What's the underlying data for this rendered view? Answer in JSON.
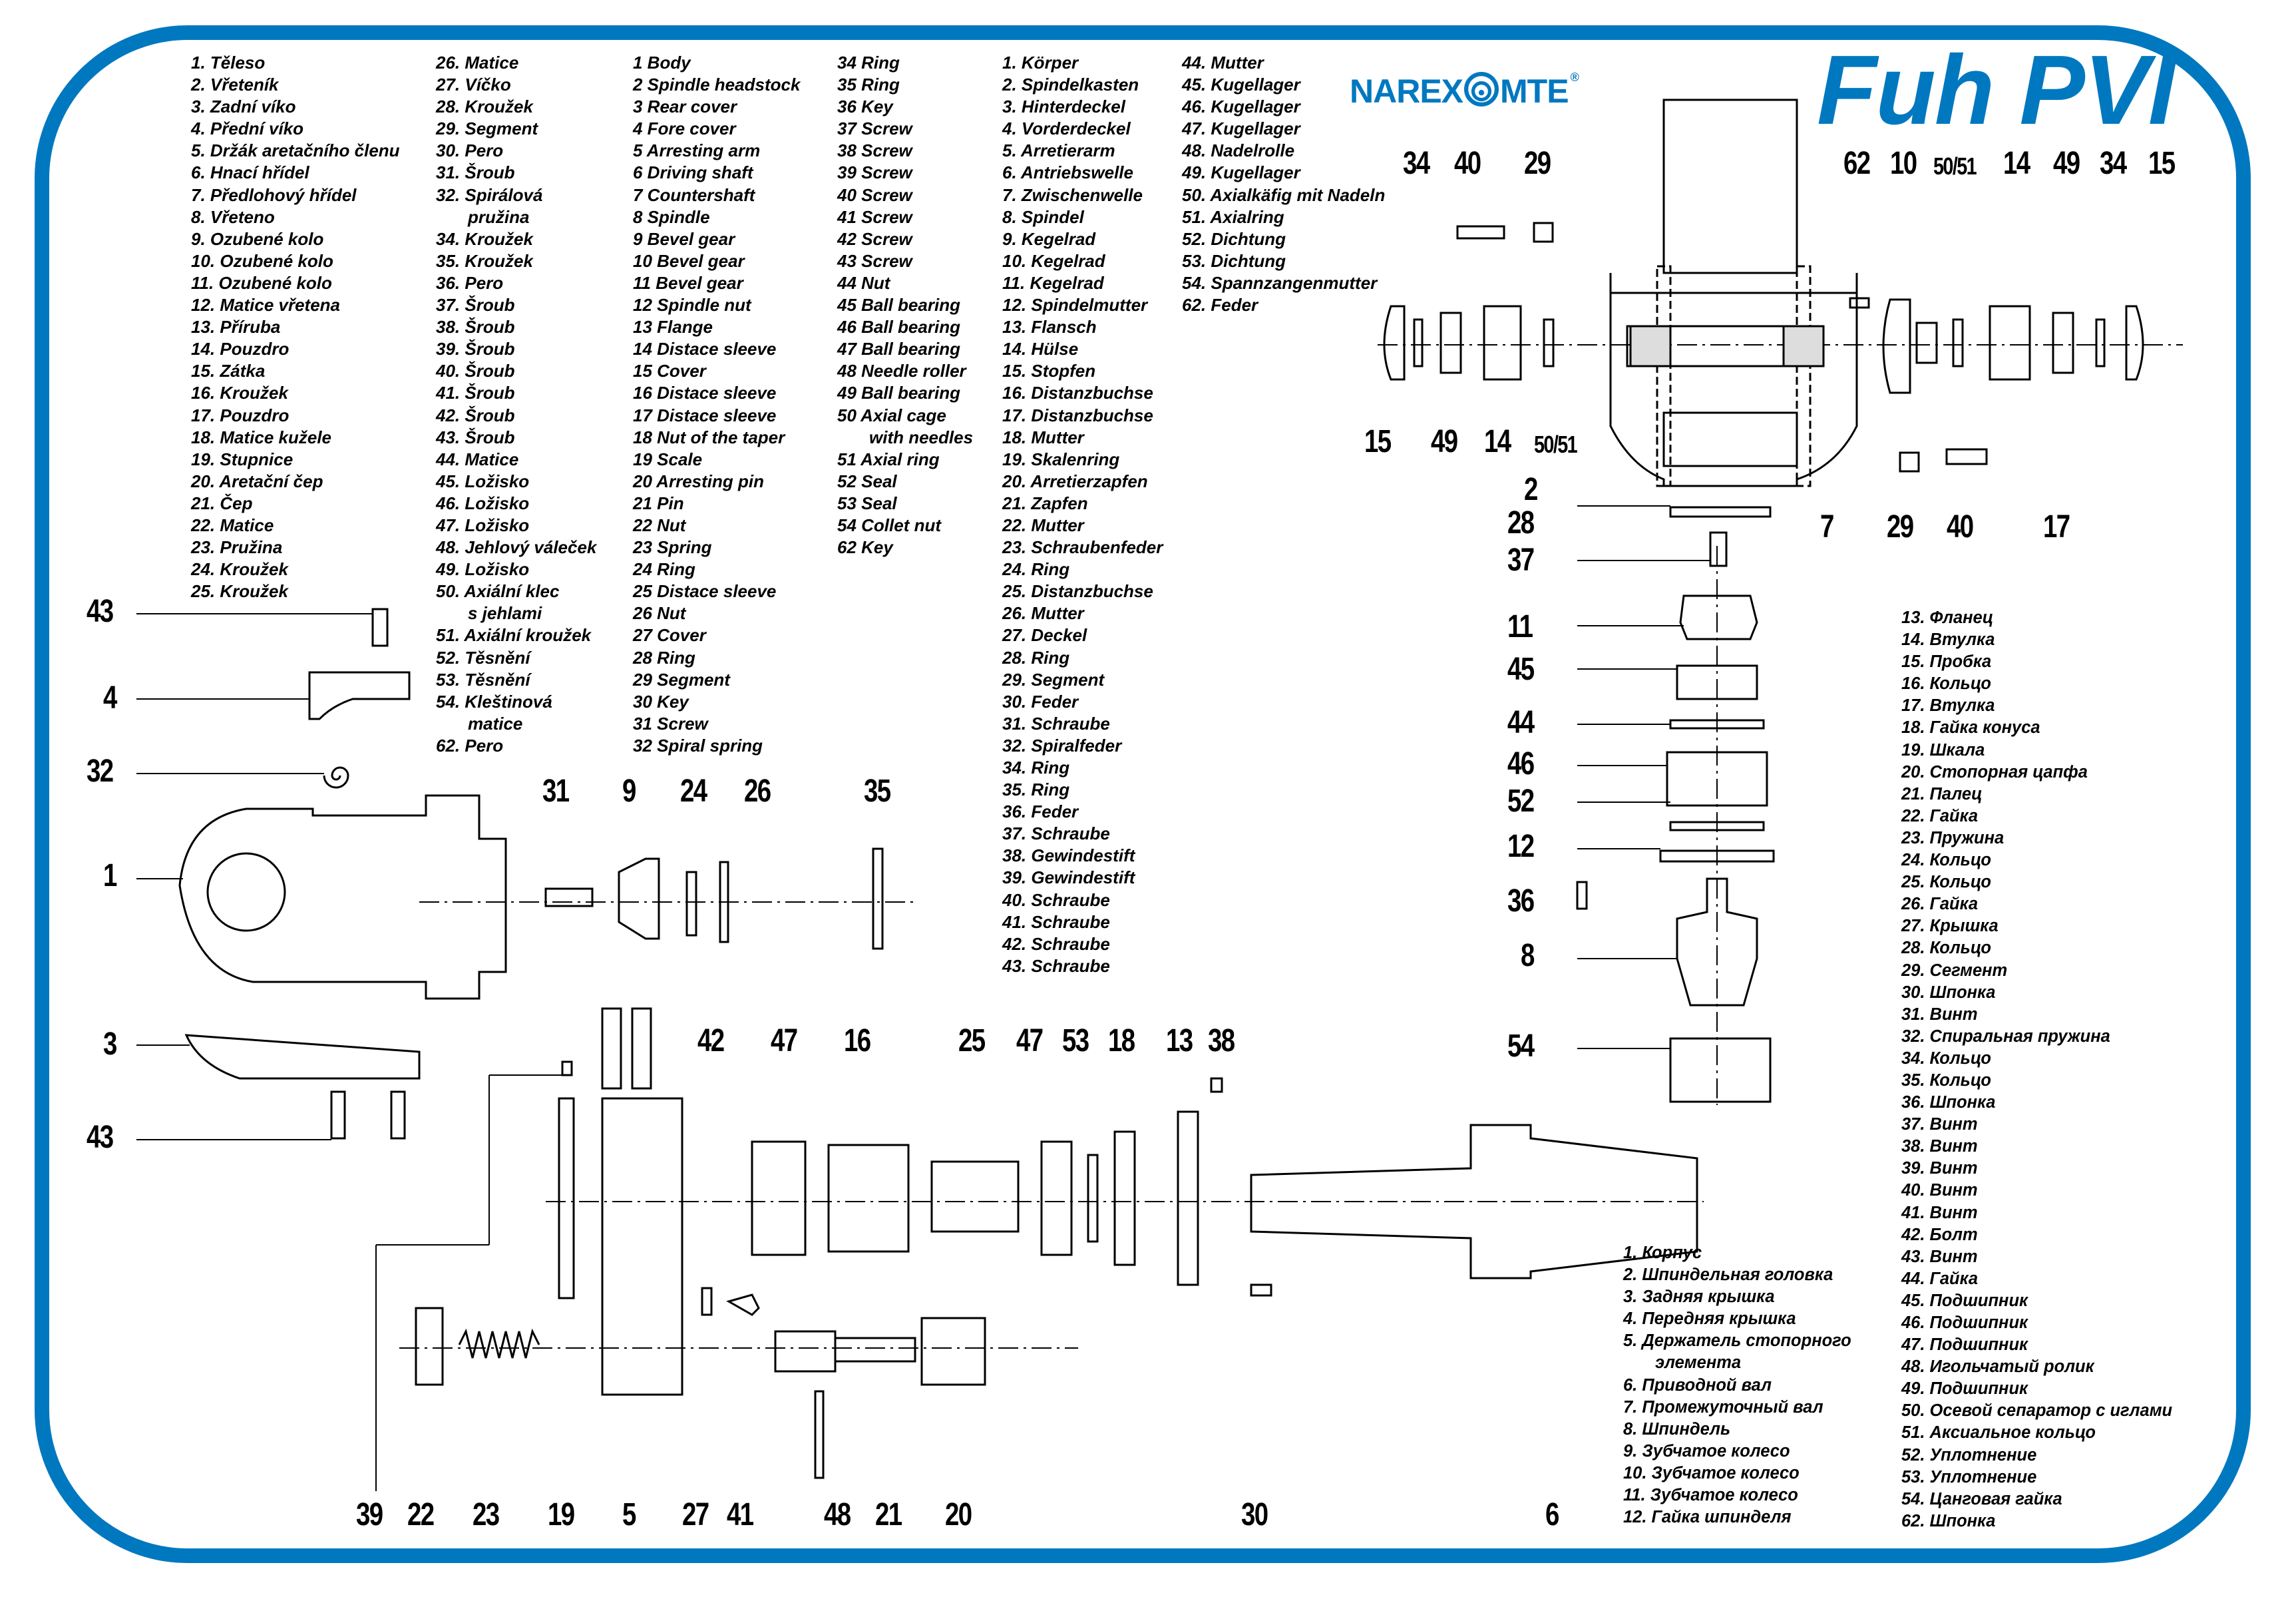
{
  "brand": {
    "logo_left": "NAREX",
    "logo_right": "MTE",
    "registered": "®",
    "title": "Fuh PVI",
    "accent_color": "#0078C0"
  },
  "legend_cz_1": [
    "1. Těleso",
    "2. Vřeteník",
    "3. Zadní víko",
    "4. Přední víko",
    "5. Držák aretačního členu",
    "6. Hnací hřídel",
    "7. Předlohový hřídel",
    "8. Vřeteno",
    "9. Ozubené kolo",
    "10. Ozubené kolo",
    "11. Ozubené kolo",
    "12. Matice vřetena",
    "13. Příruba",
    "14. Pouzdro",
    "15. Zátka",
    "16. Kroužek",
    "17. Pouzdro",
    "18. Matice kužele",
    "19. Stupnice",
    "20. Aretační čep",
    "21. Čep",
    "22. Matice",
    "23. Pružina",
    "24. Kroužek",
    "25. Kroužek"
  ],
  "legend_cz_2": [
    "26. Matice",
    "27. Víčko",
    "28. Kroužek",
    "29. Segment",
    "30. Pero",
    "31. Šroub",
    "32. Spirálová",
    "pružina",
    "34. Kroužek",
    "35. Kroužek",
    "36. Pero",
    "37. Šroub",
    "38. Šroub",
    "39. Šroub",
    "40. Šroub",
    "41. Šroub",
    "42. Šroub",
    "43. Šroub",
    "44. Matice",
    "45. Ložisko",
    "46. Ložisko",
    "47. Ložisko",
    "48. Jehlový váleček",
    "49. Ložisko",
    "50. Axiální klec",
    "s jehlami",
    "51. Axiální kroužek",
    "52. Těsnění",
    "53. Těsnění",
    "54. Kleštinová",
    "matice",
    "62. Pero"
  ],
  "legend_en_1": [
    "1 Body",
    "2 Spindle headstock",
    "3 Rear cover",
    "4 Fore cover",
    "5 Arresting arm",
    "6 Driving shaft",
    "7 Countershaft",
    "8 Spindle",
    "9 Bevel gear",
    "10 Bevel gear",
    "11 Bevel gear",
    "12 Spindle nut",
    "13 Flange",
    "14 Distace sleeve",
    "15 Cover",
    "16 Distace sleeve",
    "17 Distace sleeve",
    "18 Nut of the taper",
    "19 Scale",
    "20 Arresting pin",
    "21 Pin",
    "22 Nut",
    "23 Spring",
    "24 Ring",
    "25 Distace sleeve",
    "26 Nut",
    "27 Cover",
    "28 Ring",
    "29 Segment",
    "30 Key",
    "31 Screw",
    "32 Spiral spring"
  ],
  "legend_en_2": [
    "34 Ring",
    "35 Ring",
    "36 Key",
    "37 Screw",
    "38 Screw",
    "39 Screw",
    "40 Screw",
    "41 Screw",
    "42 Screw",
    "43 Screw",
    "44 Nut",
    "45 Ball bearing",
    "46 Ball bearing",
    "47 Ball bearing",
    "48 Needle roller",
    "49 Ball bearing",
    "50 Axial cage",
    "with needles",
    "51 Axial ring",
    "52 Seal",
    "53 Seal",
    "54 Collet nut",
    "62 Key"
  ],
  "legend_de_1": [
    "1. Körper",
    "2. Spindelkasten",
    "3. Hinterdeckel",
    "4. Vorderdeckel",
    "5. Arretierarm",
    "6. Antriebswelle",
    "7. Zwischenwelle",
    "8. Spindel",
    "9. Kegelrad",
    "10. Kegelrad",
    "11. Kegelrad",
    "12. Spindelmutter",
    "13. Flansch",
    "14. Hülse",
    "15. Stopfen",
    "16. Distanzbuchse",
    "17. Distanzbuchse",
    "18. Mutter",
    "19. Skalenring",
    "20. Arretierzapfen",
    "21. Zapfen",
    "22. Mutter",
    "23. Schraubenfeder",
    "24. Ring",
    "25. Distanzbuchse",
    "26. Mutter",
    "27. Deckel",
    "28. Ring",
    "29. Segment",
    "30. Feder",
    "31. Schraube",
    "32. Spiralfeder",
    "34. Ring",
    "35. Ring",
    "36. Feder",
    "37. Schraube",
    "38. Gewindestift",
    "39. Gewindestift",
    "40. Schraube",
    "41. Schraube",
    "42. Schraube",
    "43. Schraube"
  ],
  "legend_de_2": [
    "44. Mutter",
    "45. Kugellager",
    "46. Kugellager",
    "47. Kugellager",
    "48. Nadelrolle",
    "49. Kugellager",
    "50. Axialkäfig mit Nadeln",
    "51. Axialring",
    "52. Dichtung",
    "53. Dichtung",
    "54. Spannzangenmutter",
    "62. Feder"
  ],
  "legend_ru_1": [
    "1. Корпус",
    "2. Шпиндельная головка",
    "3. Задняя крышка",
    "4. Передняя крышка",
    "5. Держатель стопорного",
    "элемента",
    "6. Приводной вал",
    "7. Промежуточный вал",
    "8. Шпиндель",
    "9. Зубчатое колесо",
    "10. Зубчатое колесо",
    "11. Зубчатое колесо",
    "12. Гайка шпинделя"
  ],
  "legend_ru_2": [
    "13. Фланец",
    "14. Втулка",
    "15. Пробка",
    "16. Кольцо",
    "17. Втулка",
    "18. Гайка конуса",
    "19. Шкала",
    "20. Стопорная цапфа",
    "21. Палец",
    "22. Гайка",
    "23. Пружина",
    "24. Кольцо",
    "25. Кольцо",
    "26. Гайка",
    "27. Крышка",
    "28. Кольцо",
    "29. Сегмент",
    "30. Шпонка",
    "31. Винт",
    "32. Спиральная пружина",
    "34. Кольцо",
    "35. Кольцо",
    "36. Шпонка",
    "37. Винт",
    "38. Винт",
    "39. Винт",
    "40. Винт",
    "41. Винт",
    "42. Болт",
    "43. Винт",
    "44. Гайка",
    "45. Подшипник",
    "46. Подшипник",
    "47. Подшипник",
    "48. Игольчатый ролик",
    "49. Подшипник",
    "50. Осевой сепаратор с иглами",
    "51. Аксиальное кольцо",
    "52. Уплотнение",
    "53. Уплотнение",
    "54. Цанговая гайка",
    "62. Шпонка"
  ],
  "callouts": {
    "top_left_group": [
      "34",
      "40",
      "29"
    ],
    "top_right_group": [
      "62",
      "10",
      "50/51",
      "14",
      "49",
      "34",
      "15"
    ],
    "head_lower_left": [
      "15",
      "49",
      "14",
      "50/51"
    ],
    "head_lower_right": [
      "7",
      "29",
      "40",
      "17"
    ],
    "head_left": [
      "2",
      "28",
      "37"
    ],
    "spindle_stack": [
      "11",
      "45",
      "44",
      "46",
      "52",
      "12",
      "36",
      "8",
      "54"
    ],
    "left_side": [
      "43",
      "4",
      "32",
      "1",
      "3",
      "43"
    ],
    "body_row": [
      "31",
      "9",
      "24",
      "26",
      "35"
    ],
    "shaft_row": [
      "42",
      "47",
      "16",
      "25",
      "47",
      "53",
      "18",
      "13",
      "38"
    ],
    "bottom_row": [
      "39",
      "22",
      "23",
      "19",
      "5",
      "27",
      "41",
      "48",
      "21",
      "20",
      "30",
      "6"
    ]
  }
}
